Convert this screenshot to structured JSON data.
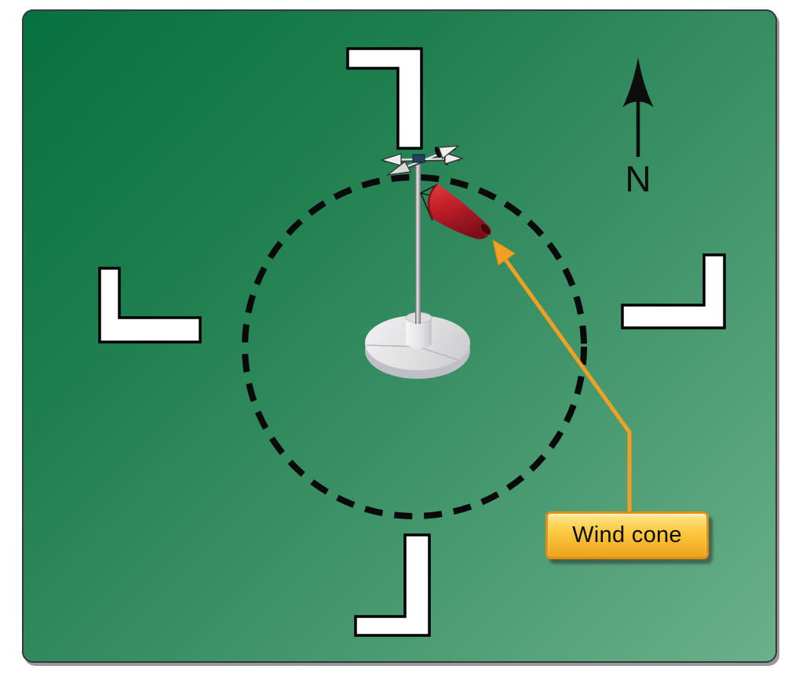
{
  "north_indicator": {
    "label": "N"
  },
  "callout": {
    "label": "Wind cone"
  },
  "landing_strip_indicators": [
    "north",
    "east",
    "south",
    "west"
  ],
  "segmented_circle": {
    "style": "dashed"
  },
  "icons": [
    "north-arrow-icon",
    "wind-vane-icon",
    "wind-cone-icon"
  ],
  "colors": {
    "page_background": "#ffffff",
    "panel_gradient": [
      "#087040",
      "#3c9166",
      "#6bb08b"
    ],
    "circle_stroke": "#0a0a0a",
    "indicator_fill": "#ffffff",
    "indicator_stroke": "#000000",
    "wind_cone_red": "#c7202a",
    "wind_cone_dark_red": "#7c0e1a",
    "callout_arrow_orange": "#f2a024",
    "callout_box_top": "#ffe88f",
    "callout_box_bottom": "#f0a21f",
    "callout_border": "#e38f12",
    "north_arrow_black": "#0d0d0d",
    "pole_gray": "#8a8a8e",
    "base_gray": "#d9d9dd"
  }
}
